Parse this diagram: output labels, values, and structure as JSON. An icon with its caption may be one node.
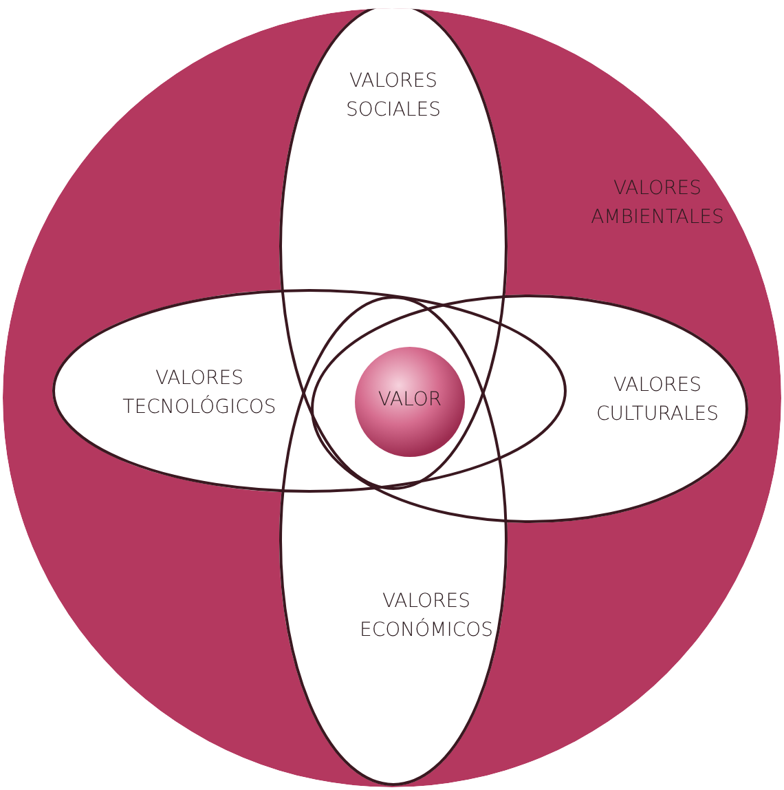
{
  "diagram": {
    "nodes": [
      {
        "text": [
          "VALORES AMBIENTALES"
        ]
      },
      {
        "text": [
          "VALORES SOCIALES"
        ],
        "in": 0
      },
      {
        "text": [
          "VALORES TECNOLÓGICOS"
        ],
        "in": 0
      },
      {
        "text": [
          "VALORES CULTURALES"
        ],
        "in": 0
      },
      {
        "text": [
          "VALORES ECONÓMICOS"
        ],
        "in": 0
      },
      {
        "text": [
          "VALOR"
        ]
      }
    ]
  }
}
